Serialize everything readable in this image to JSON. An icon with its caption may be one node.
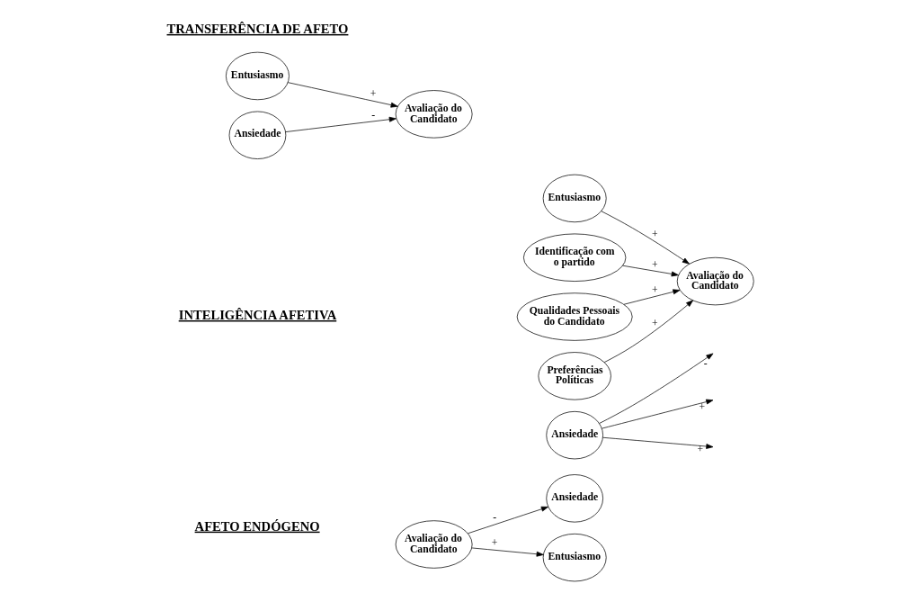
{
  "diagram": {
    "nodes": [
      {
        "text": [
          "Entusiasmo"
        ]
      },
      {
        "text": [
          "Avaliação do Candidato"
        ]
      },
      {
        "text": [
          "Ansiedade"
        ]
      },
      {
        "text": [
          "Entusiasmo"
        ]
      },
      {
        "text": [
          "Avaliação do Candidato"
        ]
      },
      {
        "text": [
          "Ansiedade"
        ]
      },
      {
        "text": [
          "Entusiasmo"
        ]
      },
      {
        "text": [
          "Avaliação do Candidato"
        ]
      },
      {
        "text": [
          "Ansiedade"
        ]
      },
      {
        "text": [
          "Identificação com o partido"
        ]
      },
      {
        "text": [
          "Preferências Políticas"
        ]
      },
      {
        "text": [
          "Qualidades Pessoais do Candidato"
        ]
      }
    ],
    "edges": [
      {
        "from": 0,
        "to": 1,
        "arrow": "to",
        "label": "+"
      },
      {
        "from": 2,
        "to": 1,
        "arrow": "to",
        "label": "-"
      },
      {
        "from": 4,
        "to": 3,
        "arrow": "to",
        "label": "+"
      },
      {
        "from": 4,
        "to": 5,
        "arrow": "to",
        "label": "-"
      },
      {
        "from": 6,
        "to": 7,
        "arrow": "to",
        "label": "+"
      },
      {
        "from": 9,
        "to": 7,
        "arrow": "to",
        "label": "+"
      },
      {
        "from": 10,
        "to": 7,
        "arrow": "to",
        "label": "+"
      },
      {
        "from": 11,
        "to": 7,
        "arrow": "to",
        "label": "+"
      },
      {
        "from": 8,
        "to": null,
        "arrow": "to",
        "label": "-"
      },
      {
        "from": 8,
        "to": null,
        "arrow": "to",
        "label": "+"
      },
      {
        "from": 8,
        "to": null,
        "arrow": "to",
        "label": "+"
      }
    ],
    "labels": [
      "TRANSFERÊNCIA DE AFETO",
      "AFETO ENDÓGENO",
      "INTELIGÊNCIA AFETIVA"
    ]
  }
}
